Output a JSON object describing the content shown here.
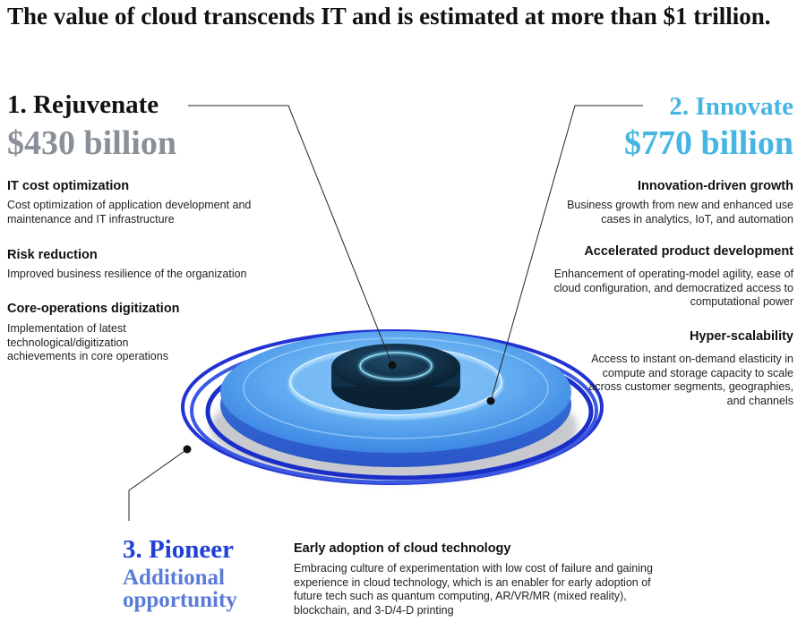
{
  "title": "The value of cloud transcends IT and is estimated at more than $1 trillion.",
  "colors": {
    "rejuvenate": "#8a9097",
    "innovate": "#45b6e3",
    "pioneer_title": "#1f3fd6",
    "pioneer_sub": "#5a7bd8",
    "disc_light": "#6fb6f3",
    "disc_rim": "#2b43d6",
    "hub": "#0e2d44"
  },
  "rejuvenate": {
    "title": "1. Rejuvenate",
    "amount": "$430 billion",
    "items": [
      {
        "heading": "IT cost optimization",
        "body": "Cost optimization of application development and maintenance and IT infrastructure"
      },
      {
        "heading": "Risk reduction",
        "body": "Improved business resilience of the organization"
      },
      {
        "heading": "Core-operations digitization",
        "body": "Implementation of latest technological/digitization achievements in core operations"
      }
    ]
  },
  "innovate": {
    "title": "2. Innovate",
    "amount": "$770 billion",
    "items": [
      {
        "heading": "Innovation-driven growth",
        "body": "Business growth from new and enhanced use cases in analytics, IoT, and automation"
      },
      {
        "heading": "Accelerated product development",
        "body": "Enhancement of operating-model agility, ease of cloud configuration, and democratized access to computational power"
      },
      {
        "heading": "Hyper-scalability",
        "body": "Access to instant on-demand elasticity in compute and storage capacity to scale across customer segments, geographies, and channels"
      }
    ]
  },
  "pioneer": {
    "title": "3. Pioneer",
    "subtitle_line1": "Additional",
    "subtitle_line2": "opportunity",
    "item": {
      "heading": "Early adoption of cloud technology",
      "body": "Embracing culture of experimentation with low cost of failure and gaining experience in cloud technology, which is an enabler for early adoption of future tech such as quantum computing, AR/VR/MR (mixed reality), blockchain, and 3-D/4-D printing"
    }
  }
}
